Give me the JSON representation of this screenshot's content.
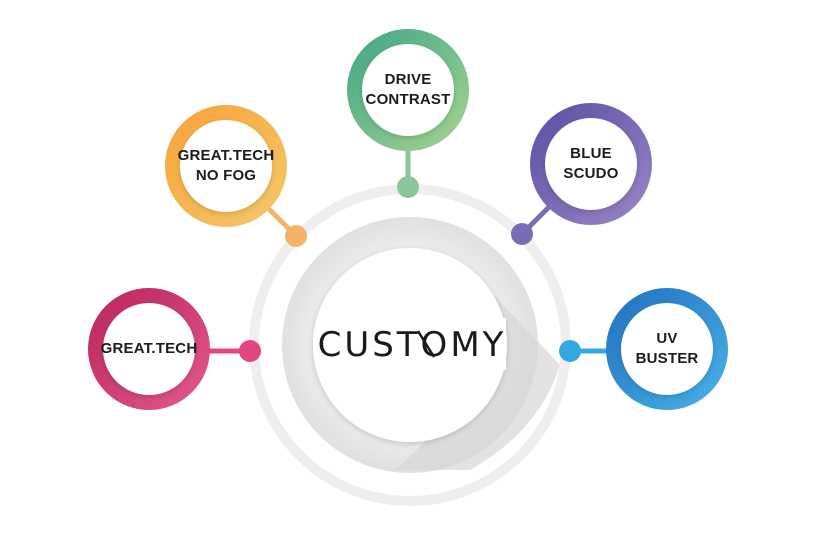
{
  "center": {
    "logo_text": "CUSTOMY"
  },
  "nodes": [
    {
      "id": "great-tech-no-fog",
      "line1": "GREAT.TECH",
      "line2": "NO FOG",
      "gradient": [
        "#f7a23a",
        "#f6c96a"
      ],
      "dot_color": "#f3b46a"
    },
    {
      "id": "drive-contrast",
      "line1": "DRIVE",
      "line2": "CONTRAST",
      "gradient": [
        "#3fa588",
        "#a6d58e"
      ],
      "dot_color": "#8cc59a"
    },
    {
      "id": "blue-scudo",
      "line1": "BLUE",
      "line2": "SCUDO",
      "gradient": [
        "#5a4ea3",
        "#9c86c6"
      ],
      "dot_color": "#7a6bb5"
    },
    {
      "id": "great-tech",
      "line1": "GREAT.TECH",
      "line2": "",
      "gradient": [
        "#b8245a",
        "#e55a8c"
      ],
      "dot_color": "#e2467e"
    },
    {
      "id": "uv-buster",
      "line1": "UV",
      "line2": "BUSTER",
      "gradient": [
        "#1f6fbf",
        "#4bb3e8"
      ],
      "dot_color": "#35a8df"
    }
  ],
  "colors": {
    "outer_ring": "#eeeeee",
    "inner_disc": "#e6e6e6",
    "center_disc": "#ffffff",
    "shadow": "#dadada",
    "text": "#1c1c1c"
  }
}
